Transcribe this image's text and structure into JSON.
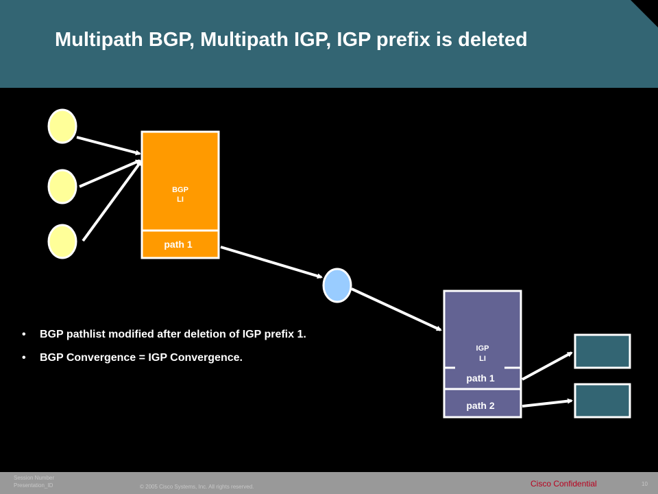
{
  "title": "Multipath BGP, Multipath IGP, IGP prefix is deleted",
  "bgp_box": {
    "label_line1": "BGP",
    "label_line2": "LI",
    "path1": "path 1",
    "color": "#ff9a00"
  },
  "igp_box": {
    "label_line1": "IGP",
    "label_line2": "LI",
    "path1": "path 1",
    "path2": "path 2",
    "color": "#636393"
  },
  "colors": {
    "header": "#336573",
    "source_node": "#ffff99",
    "middle_node": "#99ccff",
    "dest_box": "#336573",
    "confidential": "#b8001e"
  },
  "bullets": [
    "BGP pathlist modified after deletion of IGP prefix 1.",
    "BGP Convergence = IGP Convergence."
  ],
  "footer": {
    "session": "Session Number",
    "presentation": "Presentation_ID",
    "copyright": "© 2005 Cisco Systems, Inc. All rights reserved.",
    "confidential": "Cisco Confidential",
    "page": "10"
  }
}
